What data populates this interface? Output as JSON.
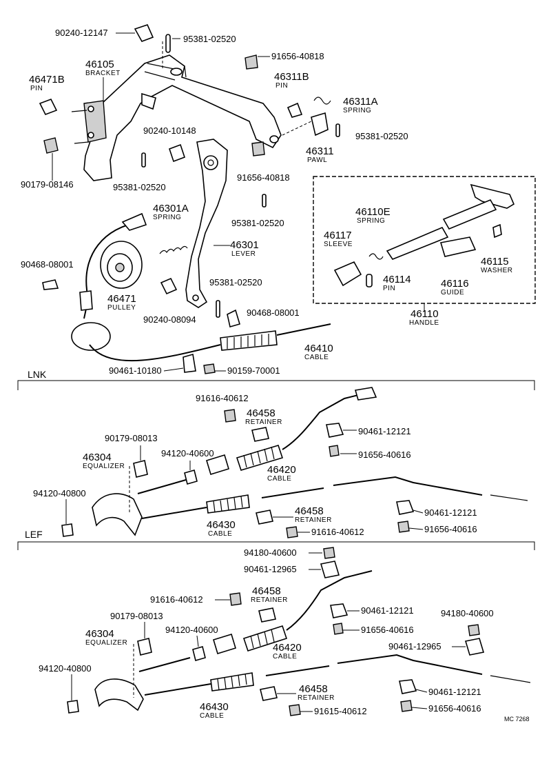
{
  "sections": {
    "lnk": "LNK",
    "lef": "LEF"
  },
  "drawing_code": "MC 7268",
  "labels": {
    "top_90240_12147": "90240-12147",
    "top_95381_02520": "95381-02520",
    "top_91656_40818": "91656-40818",
    "p46105": "46105",
    "bracket": "BRACKET",
    "p46471b": "46471B",
    "pin_a": "PIN",
    "p46311b": "46311B",
    "pin_b": "PIN",
    "p46311a": "46311A",
    "spring_a": "SPRING",
    "p95381_right": "95381-02520",
    "p46311": "46311",
    "pawl": "PAWL",
    "p90240_10148": "90240-10148",
    "p90179_08146": "90179-08146",
    "p95381_mid": "95381-02520",
    "p91656_mid": "91656-40818",
    "p46301a": "46301A",
    "spring_b": "SPRING",
    "p95381_lever": "95381-02520",
    "p46301": "46301",
    "lever": "LEVER",
    "p90468_left": "90468-08001",
    "p46471": "46471",
    "pulley": "PULLEY",
    "p90240_08094": "90240-08094",
    "p95381_low": "95381-02520",
    "p90468_mid": "90468-08001",
    "p46410": "46410",
    "cable_a": "CABLE",
    "p90461_10180": "90461-10180",
    "p90159_70001": "90159-70001",
    "p46110e": "46110E",
    "spring_c": "SPRING",
    "p46117": "46117",
    "sleeve": "SLEEVE",
    "p46114": "46114",
    "pin_c": "PIN",
    "p46116": "46116",
    "guide": "GUIDE",
    "p46115": "46115",
    "washer": "WASHER",
    "p46110": "46110",
    "handle": "HANDLE"
  },
  "lnk": {
    "p91616": "91616-40612",
    "p46458a": "46458",
    "retainer_a": "RETAINER",
    "p90461a": "90461-12121",
    "p90179": "90179-08013",
    "p94120_600": "94120-40600",
    "p91656a": "91656-40616",
    "p46304": "46304",
    "equalizer": "EQUALIZER",
    "p46420": "46420",
    "cable_b": "CABLE",
    "p94120_800": "94120-40800",
    "p46458b": "46458",
    "retainer_b": "RETAINER",
    "p90461b": "90461-12121",
    "p46430": "46430",
    "cable_c": "CABLE",
    "p91616b": "91616-40612",
    "p91656b": "91656-40616"
  },
  "lef": {
    "p94180a": "94180-40600",
    "p90461_12965a": "90461-12965",
    "p91616": "91616-40612",
    "p46458a": "46458",
    "retainer_a": "RETAINER",
    "p90461a": "90461-12121",
    "p94180b": "94180-40600",
    "p90179": "90179-08013",
    "p91656a": "91656-40616",
    "p46304": "46304",
    "equalizer": "EQUALIZER",
    "p94120_600": "94120-40600",
    "p46420": "46420",
    "cable_b": "CABLE",
    "p90461_12965b": "90461-12965",
    "p94120_800": "94120-40800",
    "p46458b": "46458",
    "retainer_b": "RETAINER",
    "p90461b": "90461-12121",
    "p46430": "46430",
    "cable_c": "CABLE",
    "p91616b": "91615-40612",
    "p91656b": "91656-40616"
  }
}
